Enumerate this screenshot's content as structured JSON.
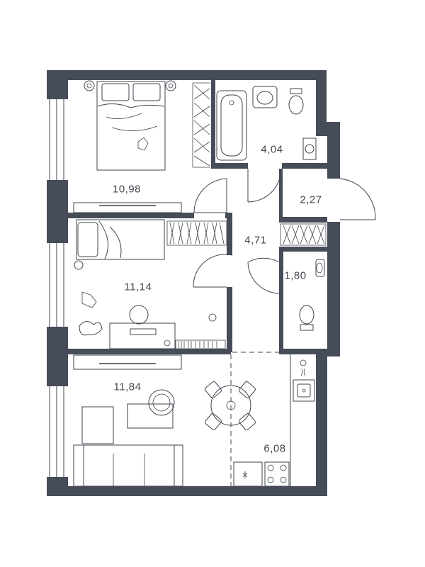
{
  "plan": {
    "wall_color": "#474c59",
    "line_color": "#3f434c",
    "background": "#ffffff"
  },
  "rooms": {
    "bedroom_1": {
      "area": "10,98"
    },
    "bathroom": {
      "area": "4,04"
    },
    "wardrobe": {
      "area": "2,27"
    },
    "hall": {
      "area": "4,71"
    },
    "bedroom_2": {
      "area": "11,14"
    },
    "toilet": {
      "area": "1,80"
    },
    "living_room": {
      "area": "11,84"
    },
    "kitchen": {
      "area": "6,08"
    }
  }
}
